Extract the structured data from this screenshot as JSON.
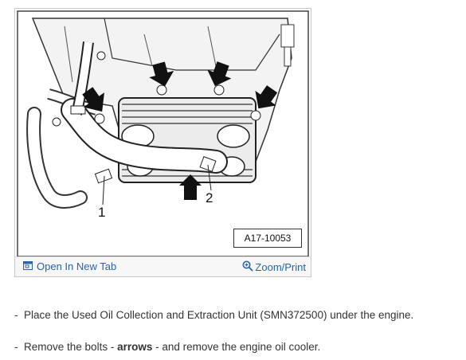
{
  "figure": {
    "callouts": [
      "1",
      "2"
    ],
    "figure_id": "A17-10053",
    "open_in_new_tab": "Open In New Tab",
    "zoom_print": "Zoom/Print",
    "open_icon": "window-icon",
    "zoom_icon": "magnifier-icon"
  },
  "steps": [
    {
      "prefix": "-",
      "text": "Place the Used Oil Collection and Extraction Unit (SMN372500) under the engine."
    },
    {
      "prefix": "-",
      "before": "Remove the bolts - ",
      "bold": "arrows",
      "after": " - and remove the engine oil cooler."
    }
  ]
}
